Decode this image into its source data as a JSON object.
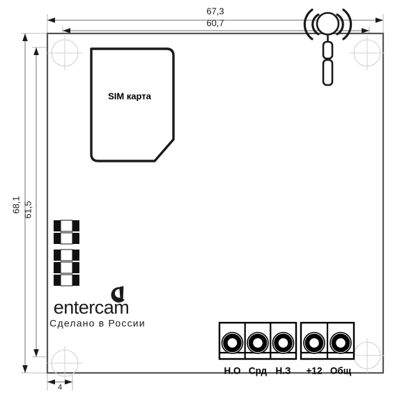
{
  "drawing": {
    "title": "entercam GSM board dimensional drawing",
    "units": "mm"
  },
  "dimensions": {
    "width_outer": "67,3",
    "width_inner": "60,7",
    "height_outer": "68,1",
    "height_inner": "61,5",
    "hole_offset": "4"
  },
  "components": {
    "sim_label": "SIM карта",
    "antenna_name": "antenna-icon"
  },
  "brand": {
    "name": "entercam",
    "tagline": "Сделано в России"
  },
  "terminals": {
    "block_a": [
      {
        "label": "Н.О"
      },
      {
        "label": "Срд"
      },
      {
        "label": "Н.З"
      }
    ],
    "block_b": [
      {
        "label": "+12"
      },
      {
        "label": "Общ"
      }
    ]
  },
  "colors": {
    "board_outline": "#555555",
    "ink": "#1a1a1a",
    "dimension_line": "#6f6f6f",
    "extension_line": "#b8b8b8",
    "hole": "#d2d2d2",
    "background": "#ffffff"
  }
}
